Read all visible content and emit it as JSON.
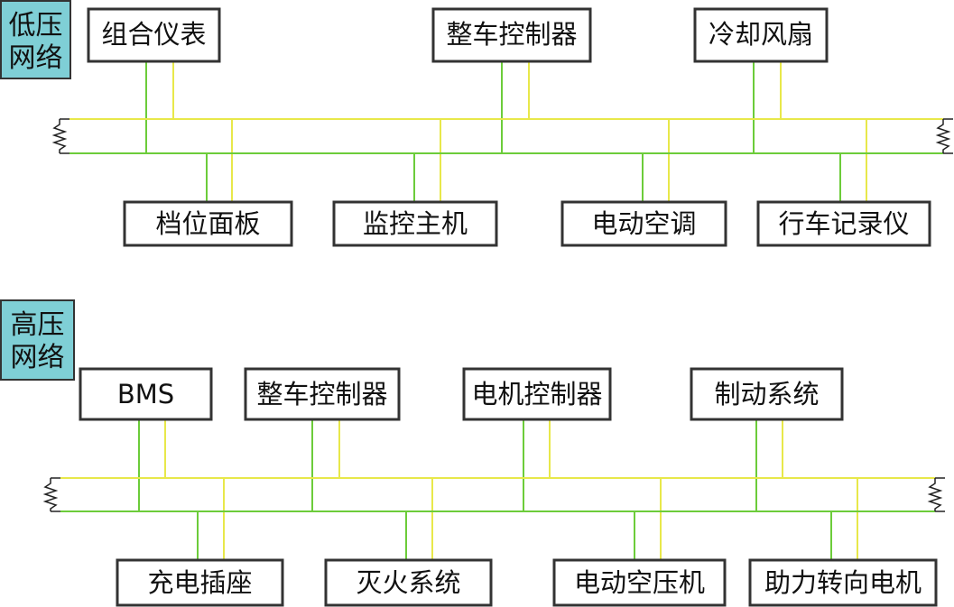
{
  "colors": {
    "can_high_line": "#e8e84a",
    "can_low_line": "#6ccc3a",
    "section_label_bg": "#7fcfd6",
    "box_border": "#333333",
    "text": "#111111",
    "terminator": "#222222"
  },
  "networks": [
    {
      "id": "low-voltage",
      "label_line1": "低压",
      "label_line2": "网络",
      "top_nodes": [
        "组合仪表",
        "整车控制器",
        "冷却风扇"
      ],
      "bottom_nodes": [
        "档位面板",
        "监控主机",
        "电动空调",
        "行车记录仪"
      ]
    },
    {
      "id": "high-voltage",
      "label_line1": "高压",
      "label_line2": "网络",
      "top_nodes": [
        "BMS",
        "整车控制器",
        "电机控制器",
        "制动系统"
      ],
      "bottom_nodes": [
        "充电插座",
        "灭火系统",
        "电动空压机",
        "助力转向电机"
      ]
    }
  ]
}
